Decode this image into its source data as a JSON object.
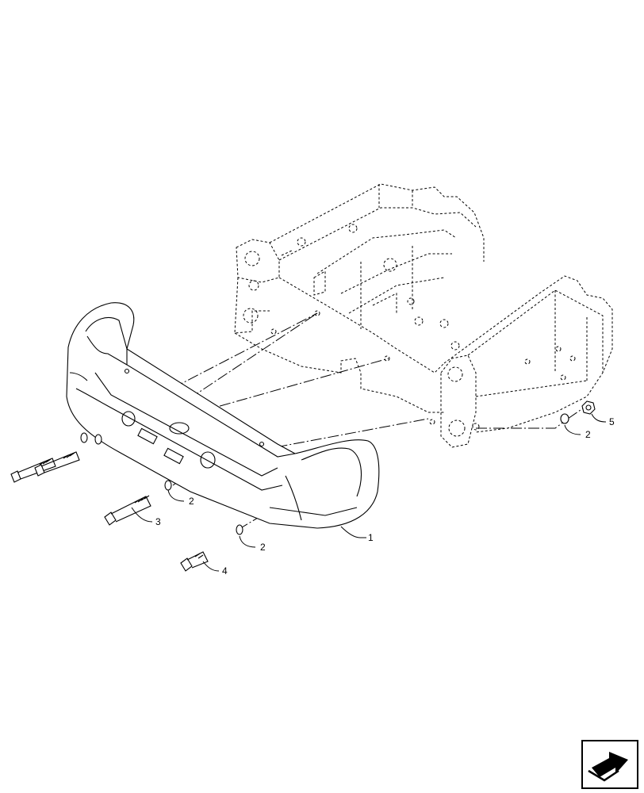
{
  "callouts": [
    {
      "id": "1",
      "label": "1"
    },
    {
      "id": "2a",
      "label": "2"
    },
    {
      "id": "2b",
      "label": "2"
    },
    {
      "id": "2c",
      "label": "2"
    },
    {
      "id": "3",
      "label": "3"
    },
    {
      "id": "4",
      "label": "4"
    },
    {
      "id": "5",
      "label": "5"
    }
  ],
  "icons": {
    "nav": "next-page-arrow-icon"
  },
  "colors": {
    "line": "#000000",
    "background": "#ffffff"
  }
}
